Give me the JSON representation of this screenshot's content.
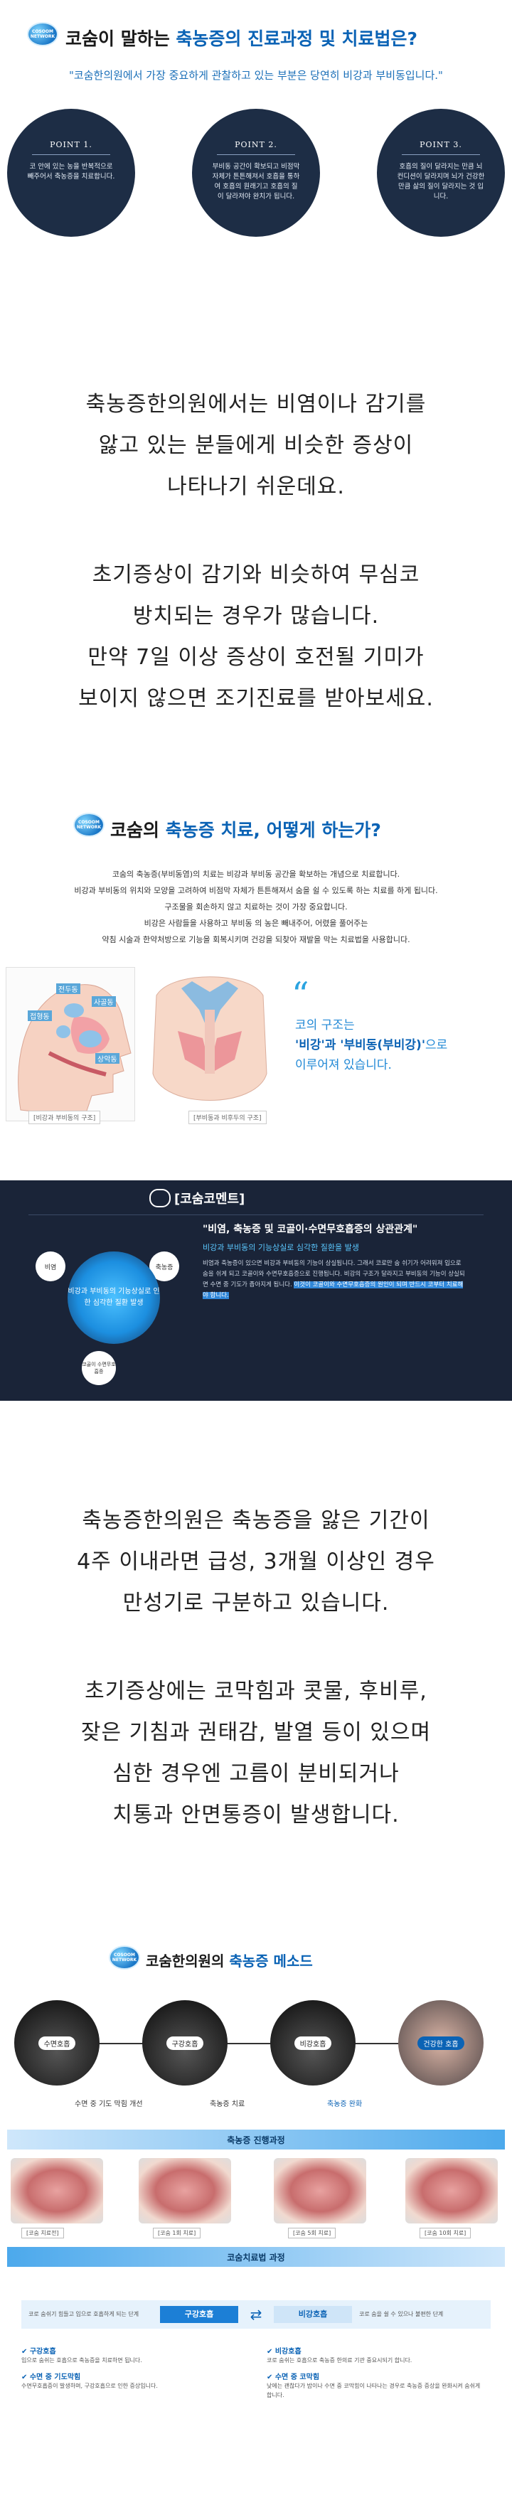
{
  "logo_text": "COSOOM\nNETWORK",
  "section1": {
    "title_prefix": "코숨이 말하는 ",
    "title_highlight": "축농증의 진료과정 및 치료법은?",
    "quote": "\"코숨한의원에서 가장 중요하게 관찰하고 있는 부분은 당연히 비강과 부비동입니다.\"",
    "points": [
      {
        "title": "POINT 1.",
        "text": "코 안에 있는 농을 반복적으로 빼주어서 축농증을 치료합니다."
      },
      {
        "title": "POINT 2.",
        "text": "부비동 공간이 확보되고 비점막 자체가 튼튼해져서 호흡을 통하여 호흡의 원래기고 호흡의 질이 달라져야 완치가 됩니다."
      },
      {
        "title": "POINT 3.",
        "text": "호흡의 질이 달라지는 만큼 뇌 컨디션이 달라지며 뇌가 건강한 만큼 삶의 질이 달라지는 것 입니다."
      }
    ]
  },
  "text_block1": [
    "축농증한의원에서는 비염이나 감기를",
    "앓고 있는 분들에게 비슷한 증상이",
    "나타나기 쉬운데요."
  ],
  "text_block2": [
    "초기증상이 감기와 비슷하여 무심코",
    "방치되는 경우가 많습니다.",
    "만약 7일 이상 증상이 호전될 기미가",
    "보이지 않으면 조기진료를 받아보세요."
  ],
  "section2": {
    "title_prefix": "코숨의 ",
    "title_highlight": "축농증 치료, 어떻게 하는가?",
    "paragraph": [
      "코숨의 축농증(부비동염)의 치료는 비강과 부비동 공간을 확보하는 개념으로 치료합니다.",
      "비강과 부비동의 위치와 모양을 고려하여 비점막 자체가 튼튼해져서 숨을 쉴 수 있도록 하는 치료를 하게 됩니다.",
      "구조물을 회손하지 않고 치료하는 것이 가장 중요합니다.",
      "비강은 사람들을 사용하고 부비동 의 농은 빼내주어, 어렸을 풀어주는",
      "약침 시술과 한약처방으로 기능을 회복시키며 건강을 되찾아 재발을 막는 치료법을 사용합니다."
    ],
    "fig_labels": {
      "frontal": "전두동",
      "ethmoid": "사골동",
      "sphenoid": "접형동",
      "maxillary": "상악동"
    },
    "caption_left": "[비강과 부비동의 구조]",
    "caption_right": "[부비동과 비후두의 구조]",
    "quote_mark": "“",
    "quote_line1": "코의 구조는",
    "quote_line2_a": "'비강'과 '부비동(부비강)'",
    "quote_line2_b": "으로",
    "quote_line3": "이루어져 있습니다."
  },
  "comment": {
    "header": "[코숨코멘트]",
    "title": "\"비염, 축농증 및 코골이·수면무호흡증의 상관관계\"",
    "subtitle": "비강과 부비동의 기능상실로 심각한 질환을 발생",
    "text": "비염과 축농증이 있으면 비강과 부비동의 기능이 상실됩니다. 그래서 코로만 숨 쉬기가 어려워져 입으로 숨을 쉬게 되고 코골이와 수면무호흡증으로 진행됩니다. 비강의 구조가 달라지고 부비동의 기능이 상실되면 수면 중 기도가 좁아지게 됩니다.",
    "highlight": "이것이 코골이와 수면무호흡증의 원인이 되며 반드시 코부터 치료해야 합니다.",
    "nodes": {
      "top_left": "비염",
      "top_right": "축농증",
      "bottom": "코골이 수면무호흡증"
    },
    "center": "비강과 부비동의 기능상실로 인한 심각한 질환 발생"
  },
  "text_block3": [
    "축농증한의원은 축농증을 앓은 기간이",
    "4주 이내라면 급성, 3개월 이상인 경우",
    "만성기로 구분하고 있습니다."
  ],
  "text_block4": [
    "초기증상에는 코막힘과 콧물, 후비루,",
    "잦은 기침과 권태감, 발열 등이 있으며",
    "심한 경우엔 고름이 분비되거나",
    "치통과 안면통증이 발생합니다."
  ],
  "section3": {
    "title_prefix": "코숨한의원의 ",
    "title_highlight": "축농증 메소드",
    "steps": [
      "수면호흡",
      "구강호흡",
      "비강호흡",
      "건강한 호흡"
    ],
    "step_notes": [
      "수면 중 기도 막힘 개선",
      "축농증 치료",
      "축농증 완화"
    ],
    "progress_label": "축농증 진행과정",
    "treatment_label": "코숨치료법 과정",
    "thumb_caps": [
      "[코숨 치료전]",
      "[코숨 1회 치료]",
      "[코숨 5회 치료]",
      "[코숨 10회 치료]"
    ],
    "mouth_side": "코로 숨쉬기 힘들고 입으로 호흡하게 되는 단계",
    "mouth_label": "구강호흡",
    "nose_label": "비강호흡",
    "nose_side": "코로 숨을 쉴 수 있으나 불편한 단계",
    "bottom": {
      "left": [
        {
          "h": "✔ 구강호흡",
          "t": "입으로 숨쉬는 호흡으로 축농증을 치료하면 됩니다."
        },
        {
          "h": "✔ 수면 중 기도막힘",
          "t": "수면무호흡증이 발생하며, 구강호흡으로 인한 증상입니다."
        }
      ],
      "right": [
        {
          "h": "✔ 비강호흡",
          "t": "코로 숨쉬는 호흡으로 축농증 한의료 기관 중요시되기 합니다."
        },
        {
          "h": "✔ 수면 중 코막힘",
          "t": "낮에는 괜찮다가 밤이나 수면 중 코막힘이 나타나는 경우로 축농증 증상을 완화시켜 숨쉬게 합니다."
        }
      ]
    }
  },
  "colors": {
    "brand": "#0b63b5",
    "navy": "#1a2438",
    "accent": "#5bc8ff"
  }
}
